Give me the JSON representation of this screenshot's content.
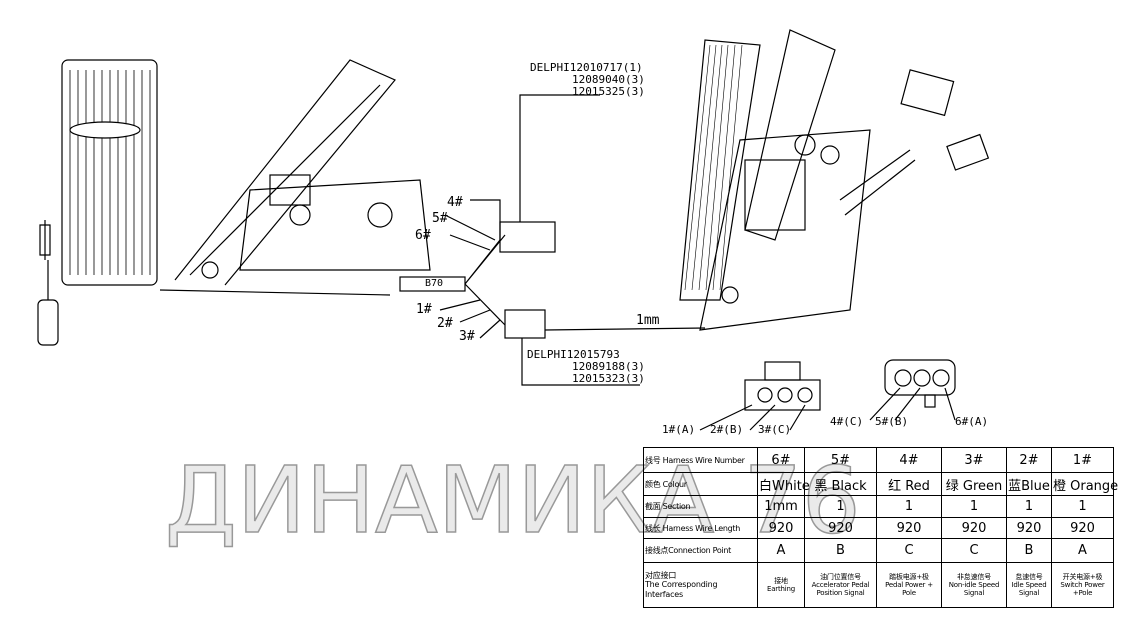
{
  "connector_top": {
    "line1": "DELPHI12010717(1)",
    "line2": "12089040(3)",
    "line3": "12015325(3)"
  },
  "connector_bottom": {
    "line1": "DELPHI12015793",
    "line2": "12089188(3)",
    "line3": "12015323(3)"
  },
  "wire_labels": {
    "w4": "4#",
    "w5": "5#",
    "w6": "6#",
    "w1": "1#",
    "w2": "2#",
    "w3": "3#",
    "b70": "B70",
    "mm": "1mm"
  },
  "pin_labels_left": {
    "p1": "1#(A)",
    "p2": "2#(B)",
    "p3": "3#(C)"
  },
  "pin_labels_right": {
    "p4": "4#(C)",
    "p5": "5#(B)",
    "p6": "6#(A)"
  },
  "watermark": "ДИНАМИКА 76",
  "table": {
    "rows": [
      {
        "label": "线号 Harness Wire Number",
        "cells": [
          "6#",
          "5#",
          "4#",
          "3#",
          "2#",
          "1#"
        ]
      },
      {
        "label": "颜色 Colour",
        "cells": [
          "白White",
          "黑 Black",
          "红 Red",
          "绿 Green",
          "蓝Blue",
          "橙 Orange"
        ]
      },
      {
        "label": "截面 Section",
        "cells": [
          "1mm",
          "1",
          "1",
          "1",
          "1",
          "1"
        ]
      },
      {
        "label": "线长 Harness Wire Length",
        "cells": [
          "920",
          "920",
          "920",
          "920",
          "920",
          "920"
        ]
      },
      {
        "label": "接线点Connection Point",
        "cells": [
          "A",
          "B",
          "C",
          "C",
          "B",
          "A"
        ]
      }
    ],
    "interfaces": {
      "label_cn": "对应接口",
      "label_en": "The Corresponding Interfaces",
      "cells": [
        {
          "cn": "接地",
          "en": "Earthing"
        },
        {
          "cn": "油门位置信号",
          "en": "Accelerator Pedal Position Signal"
        },
        {
          "cn": "踏板电源+极",
          "en": "Pedal Power + Pole"
        },
        {
          "cn": "非怠速信号",
          "en": "Non-idle Speed Signal"
        },
        {
          "cn": "怠速信号",
          "en": "Idle Speed Signal"
        },
        {
          "cn": "开关电源+极",
          "en": "Switch Power +Pole"
        }
      ]
    }
  }
}
